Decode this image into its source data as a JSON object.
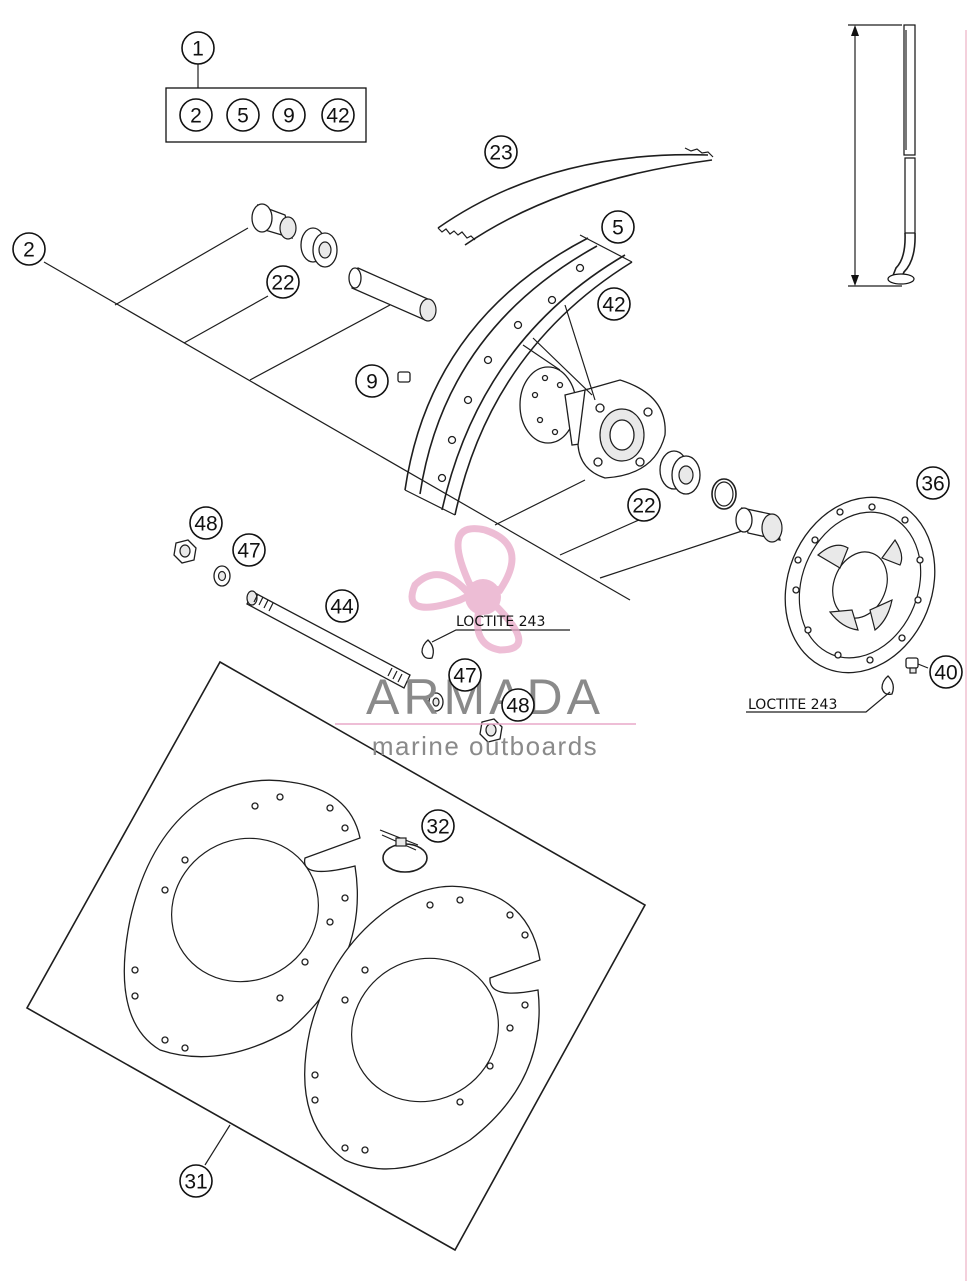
{
  "callouts": {
    "c1": "1",
    "k2": "2",
    "k5": "5",
    "k9": "9",
    "k42": "42",
    "c2": "2",
    "c23": "23",
    "c5": "5",
    "c22a": "22",
    "c42": "42",
    "c9": "9",
    "c36": "36",
    "c22b": "22",
    "c48a": "48",
    "c47a": "47",
    "c44": "44",
    "c47b": "47",
    "c48b": "48",
    "c40": "40",
    "c32": "32",
    "c31": "31"
  },
  "notes": {
    "loctite_center": "LOCTITE 243",
    "loctite_right": "LOCTITE 243"
  },
  "watermark": {
    "brand": "ARMADA",
    "tagline": "marine outboards",
    "logo_color": "#e8a8c8",
    "text_color": "#8a8a8a"
  }
}
